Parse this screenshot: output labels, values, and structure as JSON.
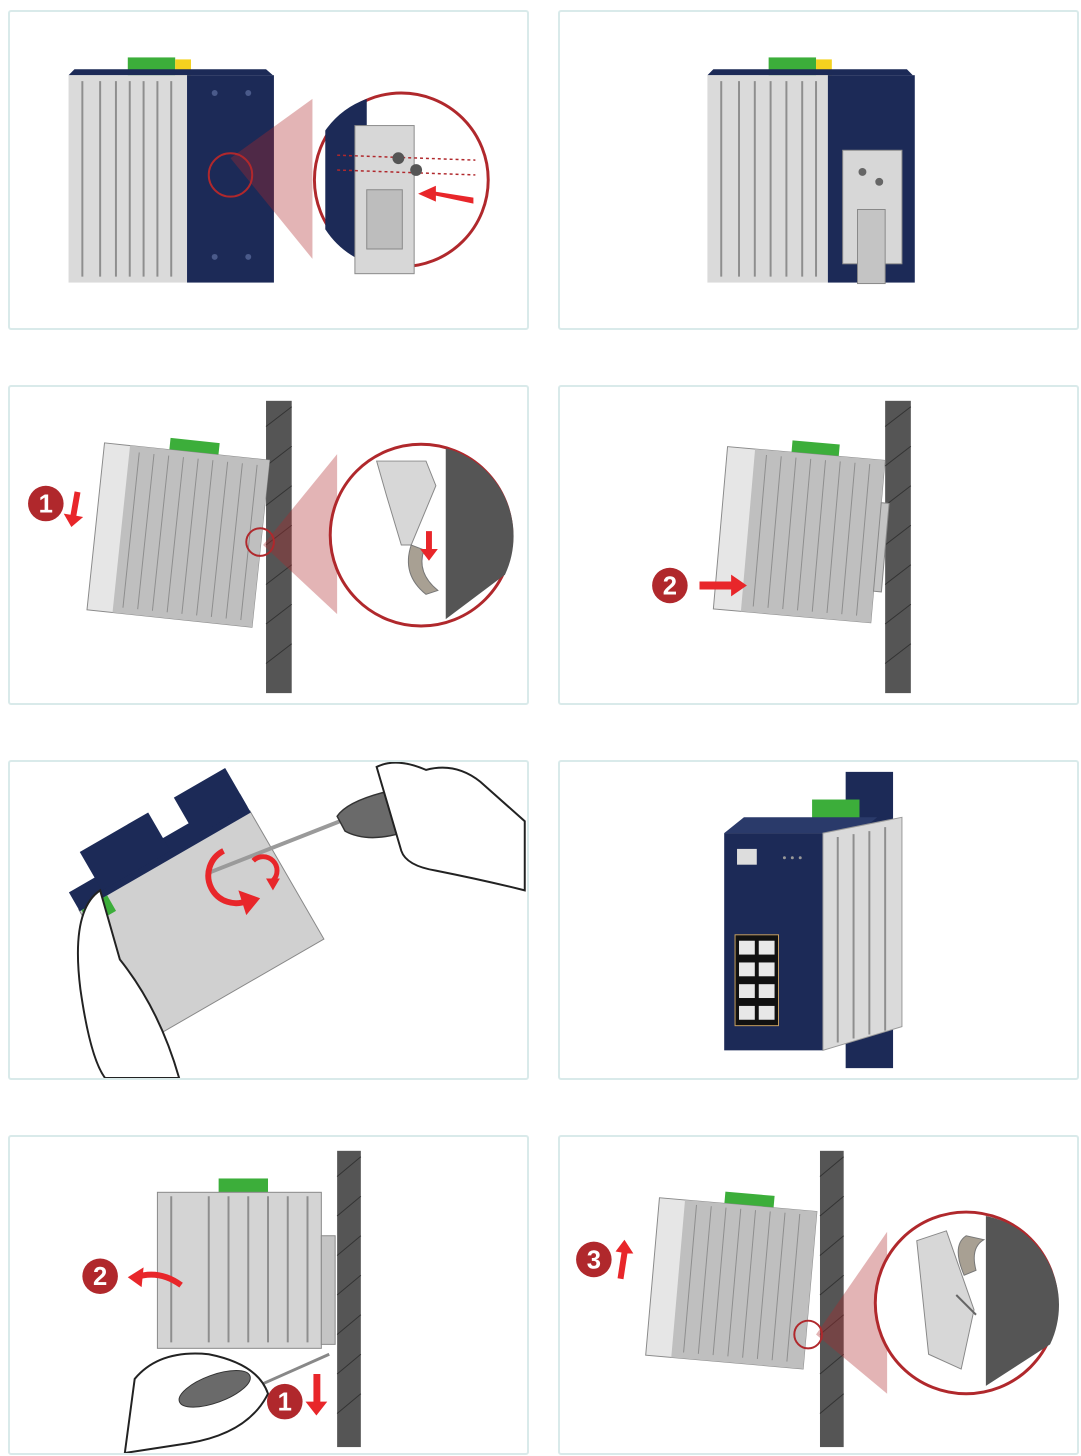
{
  "colors": {
    "panel_border": "#d9eaea",
    "device_navy": "#1c2a57",
    "heatsink_light": "#dadada",
    "heatsink_dark": "#9a9a9a",
    "terminal_green": "#3cae3a",
    "terminal_yellow": "#f4d21f",
    "callout_red": "#b0282c",
    "arrow_red": "#e8262a",
    "wall_gray": "#555555"
  },
  "badges": {
    "p3_step": "1",
    "p4_step": "2",
    "p7_step_a": "2",
    "p7_step_b": "1",
    "p8_step": "3"
  },
  "icons": {
    "badge": "numbered-red-circle",
    "arrow": "red-arrow",
    "zoom": "magnifier-callout"
  }
}
